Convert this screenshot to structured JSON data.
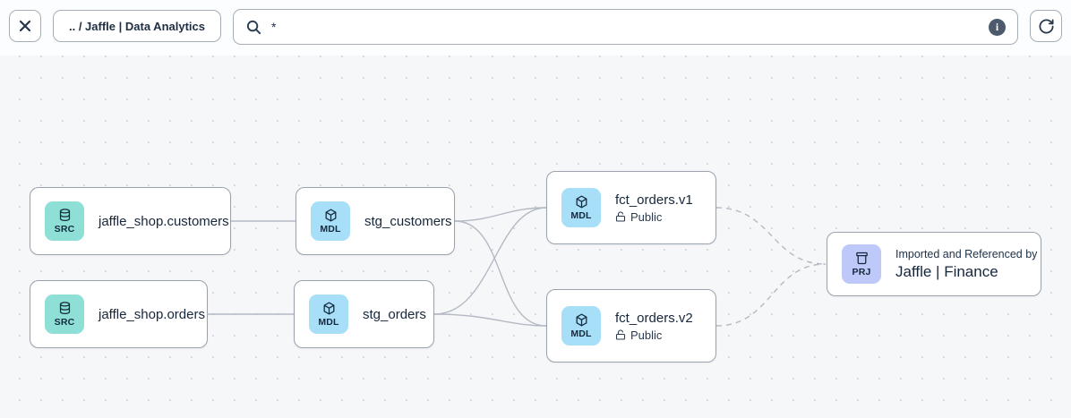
{
  "toolbar": {
    "breadcrumb": ".. / Jaffle | Data Analytics",
    "search": {
      "value": "*"
    },
    "icons": {
      "info_glyph": "i"
    }
  },
  "colors": {
    "source_badge": "#8ee0d6",
    "model_badge": "#a7def8",
    "project_badge": "#bec8f9",
    "edge": "#b4bac4",
    "text": "#16273b",
    "canvas_bg": "#f6f7f9"
  },
  "graph": {
    "nodes": [
      {
        "id": "src-jaffle-shop-customers",
        "badge": "SRC",
        "title": "jaffle_shop.customers"
      },
      {
        "id": "src-jaffle-shop-orders",
        "badge": "SRC",
        "title": "jaffle_shop.orders"
      },
      {
        "id": "stg-customers",
        "badge": "MDL",
        "title": "stg_customers"
      },
      {
        "id": "stg-orders",
        "badge": "MDL",
        "title": "stg_orders"
      },
      {
        "id": "fct-orders-v1",
        "badge": "MDL",
        "title": "fct_orders.v1",
        "access": "Public"
      },
      {
        "id": "fct-orders-v2",
        "badge": "MDL",
        "title": "fct_orders.v2",
        "access": "Public"
      },
      {
        "id": "project-jaffle-finance",
        "badge": "PRJ",
        "pretitle": "Imported and Referenced by",
        "title": "Jaffle | Finance"
      }
    ]
  }
}
